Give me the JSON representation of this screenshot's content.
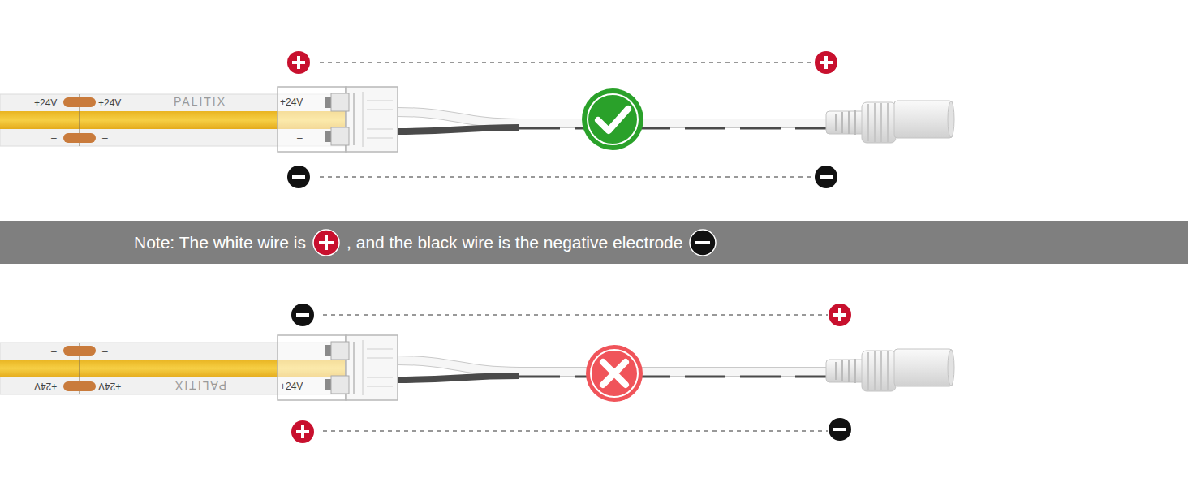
{
  "diagram": {
    "nodes": [
      {
        "text": [
          "+24V",
          "–"
        ]
      },
      {
        "text": [
          "Note: The white wire is",
          ", and the black wire is the negative electrode"
        ]
      },
      {
        "text": [
          "–",
          "+24V"
        ]
      }
    ],
    "labels": [
      "+24V",
      "+24V",
      "–",
      "–",
      "PALITIX",
      "–",
      "–",
      "+24V",
      "+24V",
      "PALITIX"
    ]
  }
}
